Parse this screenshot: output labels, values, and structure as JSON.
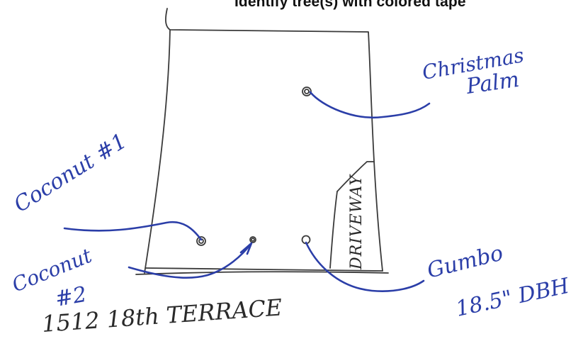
{
  "header": {
    "instruction": "Identify tree(s) with colored tape"
  },
  "sketch": {
    "ink_colors": {
      "pencil": "#3a3a3a",
      "pen": "#2b3ea8"
    },
    "trees": [
      {
        "label": "Christmas",
        "label2": "Palm"
      },
      {
        "label": "Coconut #1"
      },
      {
        "label": "Coconut",
        "label2": "#2"
      },
      {
        "label": "Gumbo",
        "label2": "18.5\" DBH"
      }
    ],
    "driveway_label": "DRIVEWAY",
    "address": "1512 18th TERRACE"
  }
}
